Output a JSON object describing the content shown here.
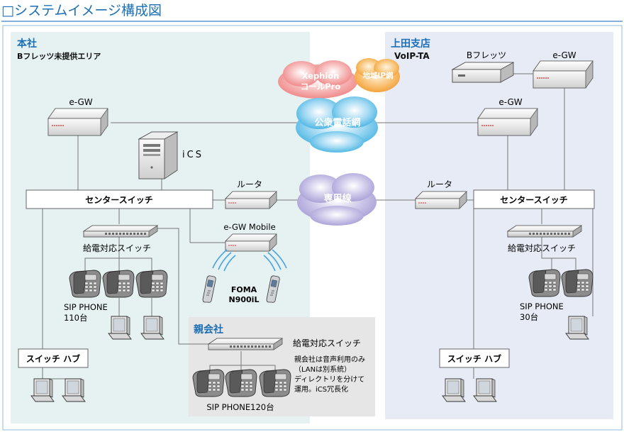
{
  "page": {
    "title": "□システムイメージ構成図"
  },
  "honsha": {
    "name": "本社",
    "note": "Bフレッツ未提供エリア",
    "egw": "e-GW",
    "ics": "iCS",
    "center_switch": "センタースイッチ",
    "router": "ルータ",
    "egw_mobile": "e-GW Mobile",
    "power_switch": "給電対応スイッチ",
    "foma_line1": "FOMA",
    "foma_line2": "N900iL",
    "sip_line1": "SIP PHONE",
    "sip_line2": "110台",
    "switch_hub": "スイッチ ハブ"
  },
  "oyagaisha": {
    "name": "親会社",
    "power_switch": "給電対応スイッチ",
    "note_lines": [
      "親会社は音声利用のみ",
      "（LANは別系統）",
      "ディレクトリを分けて",
      "運用。iCS冗長化"
    ],
    "sip": "SIP PHONE120台"
  },
  "ueda": {
    "name": "上田支店",
    "voip": "VoIP-TA",
    "bflets": "Bフレッツ",
    "egw_top": "e-GW",
    "egw_mid": "e-GW",
    "router": "ルータ",
    "center_switch": "センタースイッチ",
    "power_switch": "給電対応スイッチ",
    "sip_line1": "SIP PHONE",
    "sip_line2": "30台",
    "switch_hub": "スイッチ ハブ"
  },
  "clouds": {
    "xephion_line1": "Xephion",
    "xephion_line2": "コールPro",
    "chiiki": "地域IP網",
    "koshu": "公衆電話網",
    "senyo": "専用線"
  },
  "colors": {
    "title": "#1c6fb5",
    "honsha_bg": "#e5f2f1",
    "ueda_bg": "#e6ebf6",
    "oya_bg": "#e6e6e6",
    "region_label": "#1c6fb5",
    "cloud_blue": "#6fc4ea",
    "cloud_pink": "#f29a9a",
    "cloud_orange": "#f7b35a",
    "cloud_purple": "#b9b1dd"
  }
}
